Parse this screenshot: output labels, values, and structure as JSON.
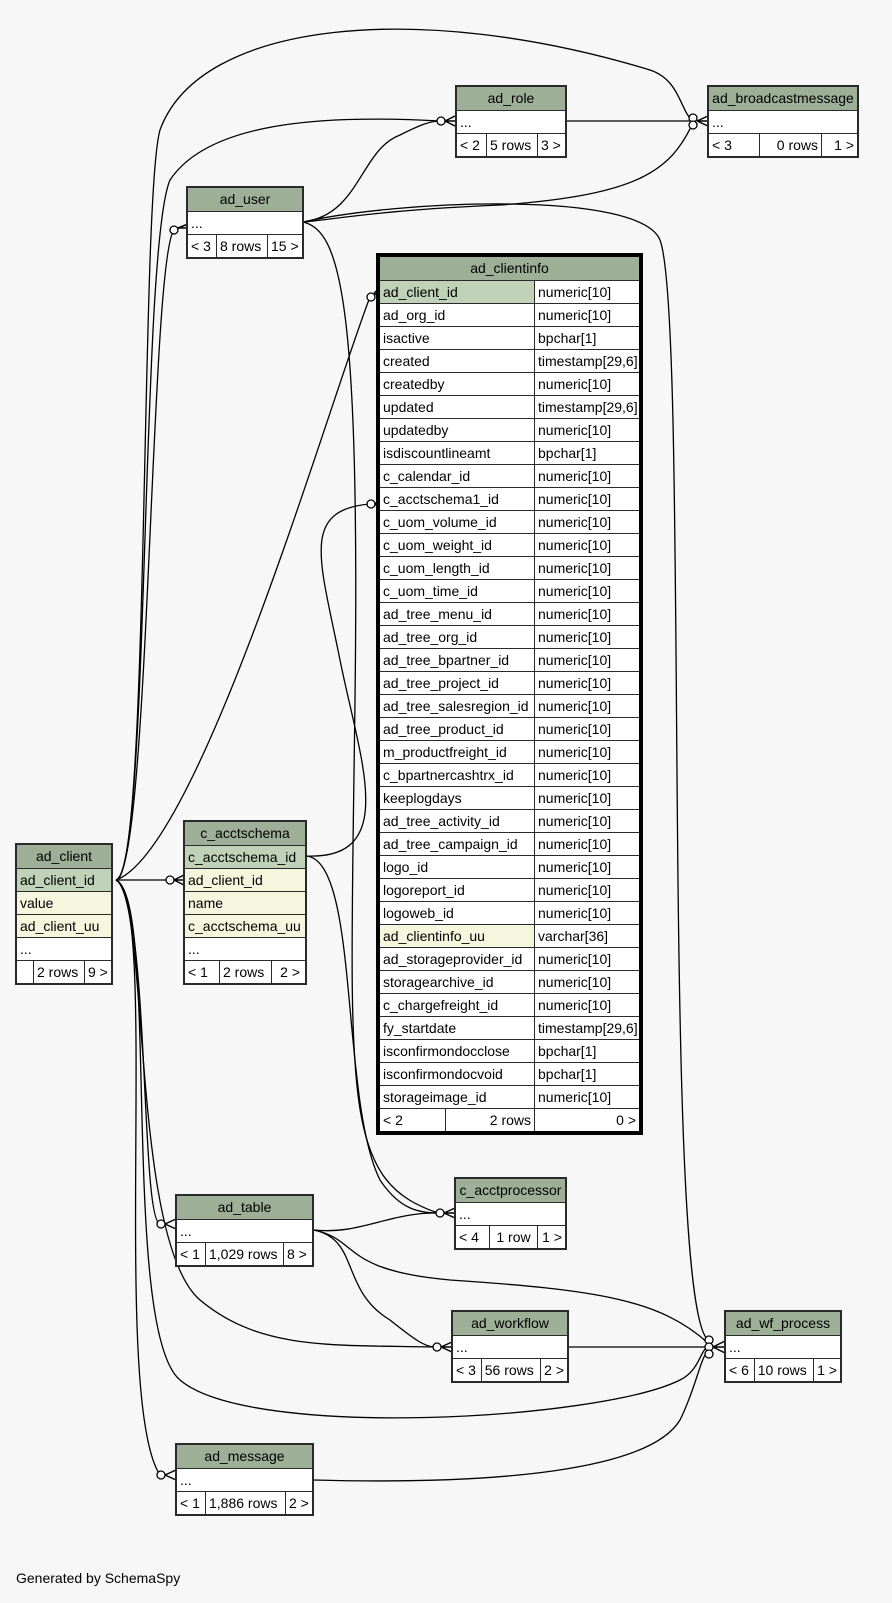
{
  "footer": "Generated by SchemaSpy",
  "colors": {
    "header": "#9daf97",
    "pk": "#bfd1b7",
    "indexed": "#f4f7de",
    "background": "#f7f7f7"
  },
  "tables": {
    "ad_role": {
      "name": "ad_role",
      "rows": [
        "..."
      ],
      "footer": [
        "< 2",
        "5 rows",
        "3 >"
      ]
    },
    "ad_broadcastmessage": {
      "name": "ad_broadcastmessage",
      "rows": [
        "..."
      ],
      "footer": [
        "< 3",
        "0 rows",
        "1 >"
      ]
    },
    "ad_user": {
      "name": "ad_user",
      "rows": [
        "..."
      ],
      "footer": [
        "< 3",
        "8 rows",
        "15 >"
      ]
    },
    "ad_client": {
      "name": "ad_client",
      "rows": [
        "ad_client_id",
        "value",
        "ad_client_uu",
        "..."
      ],
      "footer": [
        "",
        "2 rows",
        "9 >"
      ]
    },
    "c_acctschema": {
      "name": "c_acctschema",
      "rows": [
        "c_acctschema_id",
        "ad_client_id",
        "name",
        "c_acctschema_uu",
        "..."
      ],
      "footer": [
        "< 1",
        "2 rows",
        "2 >"
      ]
    },
    "ad_table": {
      "name": "ad_table",
      "rows": [
        "..."
      ],
      "footer": [
        "< 1",
        "1,029 rows",
        "8 >"
      ]
    },
    "c_acctprocessor": {
      "name": "c_acctprocessor",
      "rows": [
        "..."
      ],
      "footer": [
        "< 4",
        "1 row",
        "1 >"
      ]
    },
    "ad_workflow": {
      "name": "ad_workflow",
      "rows": [
        "..."
      ],
      "footer": [
        "< 3",
        "56 rows",
        "2 >"
      ]
    },
    "ad_wf_process": {
      "name": "ad_wf_process",
      "rows": [
        "..."
      ],
      "footer": [
        "< 6",
        "10 rows",
        "1 >"
      ]
    },
    "ad_message": {
      "name": "ad_message",
      "rows": [
        "..."
      ],
      "footer": [
        "< 1",
        "1,886 rows",
        "2 >"
      ]
    }
  },
  "clientinfo": {
    "name": "ad_clientinfo",
    "columns": [
      {
        "name": "ad_client_id",
        "type": "numeric[10]",
        "kind": "pk"
      },
      {
        "name": "ad_org_id",
        "type": "numeric[10]"
      },
      {
        "name": "isactive",
        "type": "bpchar[1]"
      },
      {
        "name": "created",
        "type": "timestamp[29,6]"
      },
      {
        "name": "createdby",
        "type": "numeric[10]"
      },
      {
        "name": "updated",
        "type": "timestamp[29,6]"
      },
      {
        "name": "updatedby",
        "type": "numeric[10]"
      },
      {
        "name": "isdiscountlineamt",
        "type": "bpchar[1]"
      },
      {
        "name": "c_calendar_id",
        "type": "numeric[10]"
      },
      {
        "name": "c_acctschema1_id",
        "type": "numeric[10]"
      },
      {
        "name": "c_uom_volume_id",
        "type": "numeric[10]"
      },
      {
        "name": "c_uom_weight_id",
        "type": "numeric[10]"
      },
      {
        "name": "c_uom_length_id",
        "type": "numeric[10]"
      },
      {
        "name": "c_uom_time_id",
        "type": "numeric[10]"
      },
      {
        "name": "ad_tree_menu_id",
        "type": "numeric[10]"
      },
      {
        "name": "ad_tree_org_id",
        "type": "numeric[10]"
      },
      {
        "name": "ad_tree_bpartner_id",
        "type": "numeric[10]"
      },
      {
        "name": "ad_tree_project_id",
        "type": "numeric[10]"
      },
      {
        "name": "ad_tree_salesregion_id",
        "type": "numeric[10]"
      },
      {
        "name": "ad_tree_product_id",
        "type": "numeric[10]"
      },
      {
        "name": "m_productfreight_id",
        "type": "numeric[10]"
      },
      {
        "name": "c_bpartnercashtrx_id",
        "type": "numeric[10]"
      },
      {
        "name": "keeplogdays",
        "type": "numeric[10]"
      },
      {
        "name": "ad_tree_activity_id",
        "type": "numeric[10]"
      },
      {
        "name": "ad_tree_campaign_id",
        "type": "numeric[10]"
      },
      {
        "name": "logo_id",
        "type": "numeric[10]"
      },
      {
        "name": "logoreport_id",
        "type": "numeric[10]"
      },
      {
        "name": "logoweb_id",
        "type": "numeric[10]"
      },
      {
        "name": "ad_clientinfo_uu",
        "type": "varchar[36]",
        "kind": "idx"
      },
      {
        "name": "ad_storageprovider_id",
        "type": "numeric[10]"
      },
      {
        "name": "storagearchive_id",
        "type": "numeric[10]"
      },
      {
        "name": "c_chargefreight_id",
        "type": "numeric[10]"
      },
      {
        "name": "fy_startdate",
        "type": "timestamp[29,6]"
      },
      {
        "name": "isconfirmondocclose",
        "type": "bpchar[1]"
      },
      {
        "name": "isconfirmondocvoid",
        "type": "bpchar[1]"
      },
      {
        "name": "storageimage_id",
        "type": "numeric[10]"
      }
    ],
    "footer": [
      "< 2",
      "2 rows",
      "0 >"
    ]
  }
}
